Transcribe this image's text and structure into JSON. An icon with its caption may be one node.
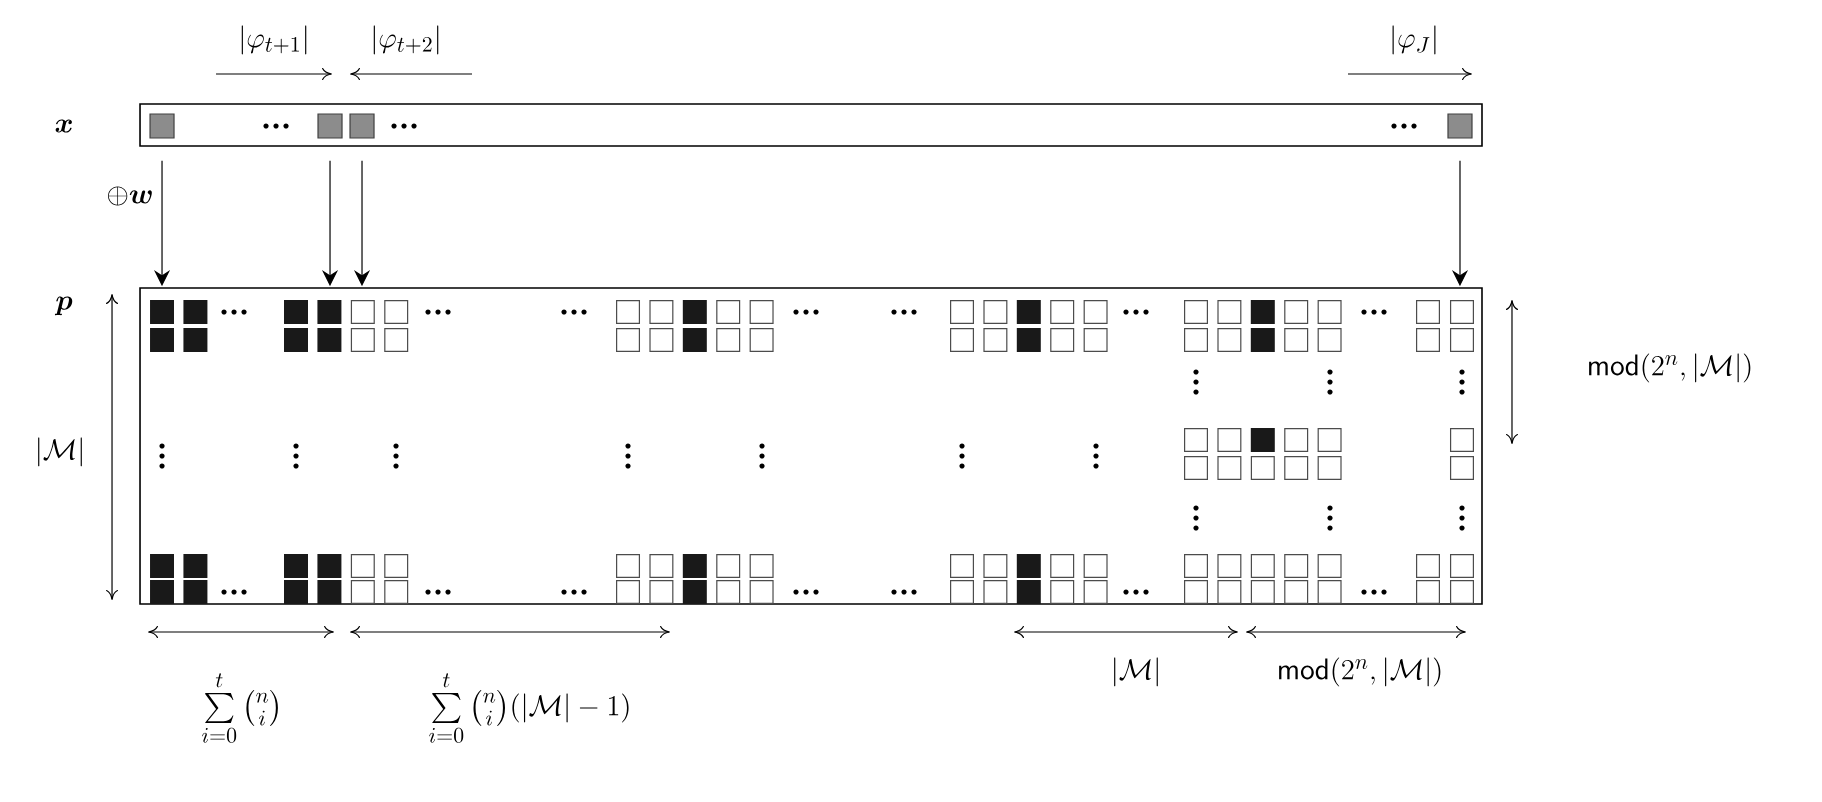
{
  "diagram": {
    "nodes": [
      {
        "text": [
          "\\boldsymbol{x}"
        ]
      },
      {
        "text": [
          "\\boldsymbol{p}"
        ]
      }
    ],
    "edges": [
      {
        "from": 0,
        "to": 1,
        "arrow": "to",
        "label": "\\oplus\\boldsymbol{w}"
      },
      {
        "from": 0,
        "to": 1,
        "arrow": "to"
      },
      {
        "from": 0,
        "to": 1,
        "arrow": "to"
      },
      {
        "from": 0,
        "to": 1,
        "arrow": "to"
      }
    ],
    "labels": [
      "|\\varphi_{t+1}|",
      "|\\varphi_{t+2}|",
      "|\\varphi_J|",
      "\\mathsf{mod}(2^n,|\\mathcal{M}|)",
      "|\\mathcal{M}|",
      "\\sum\\limits_{i=0}^{t}\\binom{n}{i}",
      "\\sum\\limits_{i=0}^{t}\\binom{n}{i}(|\\mathcal{M}|-1)",
      "|\\mathcal{M}|",
      "\\mathsf{mod}(2^n,|\\mathcal{M}|)"
    ]
  }
}
